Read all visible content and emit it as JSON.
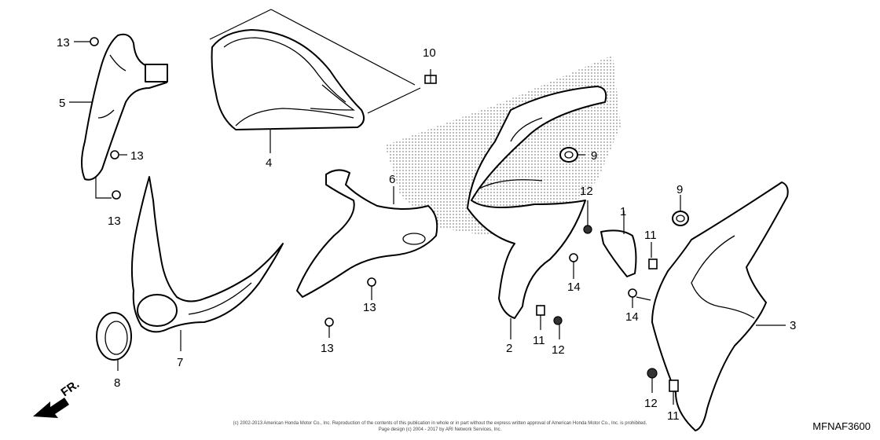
{
  "callouts": {
    "c1": "1",
    "c2": "2",
    "c3": "3",
    "c4": "4",
    "c5": "5",
    "c6": "6",
    "c7": "7",
    "c8": "8",
    "c9a": "9",
    "c9b": "9",
    "c10": "10",
    "c11a": "11",
    "c11b": "11",
    "c11c": "11",
    "c12a": "12",
    "c12b": "12",
    "c12c": "12",
    "c13a": "13",
    "c13b": "13",
    "c13c": "13",
    "c13d": "13",
    "c13e": "13",
    "c14a": "14",
    "c14b": "14"
  },
  "direction_label": "FR.",
  "footer": {
    "copyright": "(c) 2002-2013 American Honda Motor Co., Inc. Reproduction of the contents of this publication in whole or in part without the express written approval of American Honda Motor Co., Inc. is prohibited.",
    "page_design": "Page design (c) 2004 - 2017 by ARI Network Services, Inc."
  },
  "diagram_code": "MFNAF3600",
  "colors": {
    "line": "#000000",
    "background": "#ffffff",
    "shading": "#555555"
  }
}
